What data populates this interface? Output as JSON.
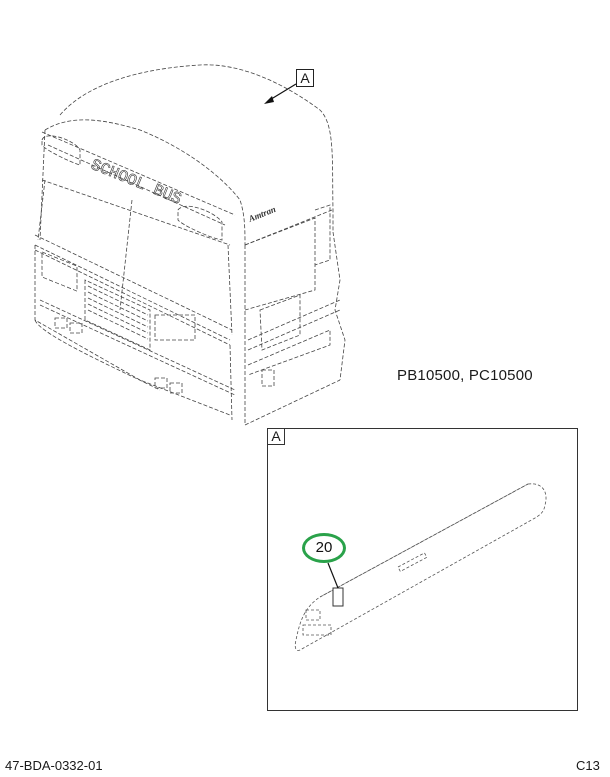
{
  "diagram": {
    "title_models": "PB10500, PC10500",
    "main_view": {
      "subject": "school-bus-front-isometric",
      "signage_text": "SCHOOL BUS",
      "brand_badge": "Amtran",
      "view_callout": "A"
    },
    "detail_view": {
      "label": "A",
      "subject": "roof-marker-panel",
      "item_callouts": [
        {
          "number": "20",
          "highlight_color": "#2aa24a"
        }
      ]
    },
    "footer": {
      "document_id": "47-BDA-0332-01",
      "page_code": "C13"
    },
    "colors": {
      "line": "#333333",
      "highlight": "#2aa24a",
      "background": "#ffffff"
    }
  }
}
